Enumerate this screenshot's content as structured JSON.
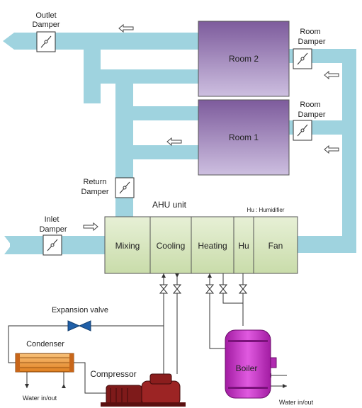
{
  "labels": {
    "outlet_damper": [
      "Outlet",
      "Damper"
    ],
    "room_damper_2": [
      "Room",
      "Damper"
    ],
    "room_damper_1": [
      "Room",
      "Damper"
    ],
    "return_damper": [
      "Return",
      "Damper"
    ],
    "inlet_damper": [
      "Inlet",
      "Damper"
    ],
    "room2": "Room 2",
    "room1": "Room 1",
    "ahu_unit": "AHU unit",
    "hu_note": "Hu : Humidifier",
    "expansion_valve": "Expansion valve",
    "condenser": "Condenser",
    "compressor": "Compressor",
    "boiler": "Boiler",
    "water_left": "Water in/out",
    "water_right": "Water in/out"
  },
  "ahu_sections": [
    "Mixing",
    "Cooling",
    "Heating",
    "Hu",
    "Fan"
  ],
  "colors": {
    "duct": "#9fd3df",
    "room_fill_top": "#8c6aa8",
    "room_fill_bottom": "#c7b7dc",
    "ahu_fill": "#d8e7c1",
    "boiler": "#cc33cc",
    "condenser": "#f2a544",
    "compressor": "#8b1d1d",
    "valve": "#1f5fa8"
  }
}
